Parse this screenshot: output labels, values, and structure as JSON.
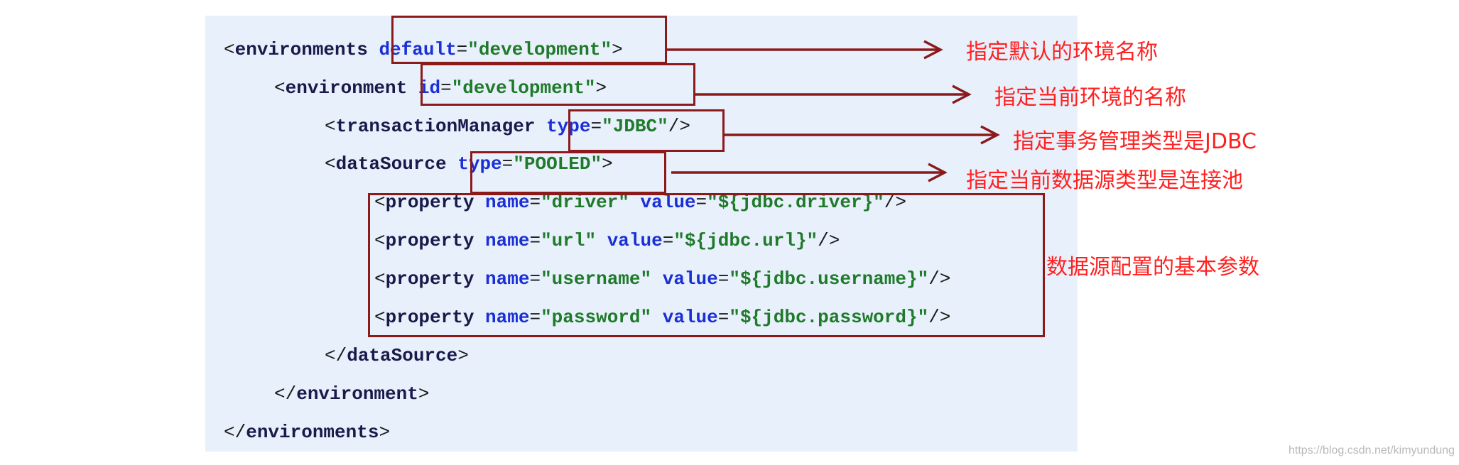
{
  "code": {
    "l1": {
      "open": "<",
      "tag": "environments",
      "attr": "default",
      "eq": "=",
      "val": "\"development\"",
      "close": ">"
    },
    "l2": {
      "open": "<",
      "tag": "environment",
      "attr": "id",
      "eq": "=",
      "val": "\"development\"",
      "close": ">"
    },
    "l3": {
      "open": "<",
      "tag": "transactionManager",
      "attr": "type",
      "eq": "=",
      "val": "\"JDBC\"",
      "close": "/>"
    },
    "l4": {
      "open": "<",
      "tag": "dataSource",
      "attr": "type",
      "eq": "=",
      "val": "\"POOLED\"",
      "close": ">"
    },
    "props": [
      {
        "open": "<",
        "tag": "property",
        "a1": "name",
        "eq1": "=",
        "v1": "\"driver\"",
        "a2": "value",
        "eq2": "=",
        "v2": "\"${jdbc.driver}\"",
        "close": "/>"
      },
      {
        "open": "<",
        "tag": "property",
        "a1": "name",
        "eq1": "=",
        "v1": "\"url\"",
        "a2": "value",
        "eq2": "=",
        "v2": "\"${jdbc.url}\"",
        "close": "/>"
      },
      {
        "open": "<",
        "tag": "property",
        "a1": "name",
        "eq1": "=",
        "v1": "\"username\"",
        "a2": "value",
        "eq2": "=",
        "v2": "\"${jdbc.username}\"",
        "close": "/>"
      },
      {
        "open": "<",
        "tag": "property",
        "a1": "name",
        "eq1": "=",
        "v1": "\"password\"",
        "a2": "value",
        "eq2": "=",
        "v2": "\"${jdbc.password}\"",
        "close": "/>"
      }
    ],
    "l9": {
      "open": "</",
      "tag": "dataSource",
      "close": ">"
    },
    "l10": {
      "open": "</",
      "tag": "environment",
      "close": ">"
    },
    "l11": {
      "open": "</",
      "tag": "environments",
      "close": ">"
    }
  },
  "annotations": {
    "default_env": "指定默认的环境名称",
    "current_env": "指定当前环境的名称",
    "tx_type": "指定事务管理类型是JDBC",
    "ds_type": "指定当前数据源类型是连接池",
    "ds_params": "数据源配置的基本参数"
  },
  "watermark": "https://blog.csdn.net/kimyundung",
  "colors": {
    "annotation": "#ff2020",
    "box": "#8b1a1a",
    "panel": "#e8f0fb",
    "attribute": "#1a2fd6",
    "value": "#1f7a2a"
  }
}
